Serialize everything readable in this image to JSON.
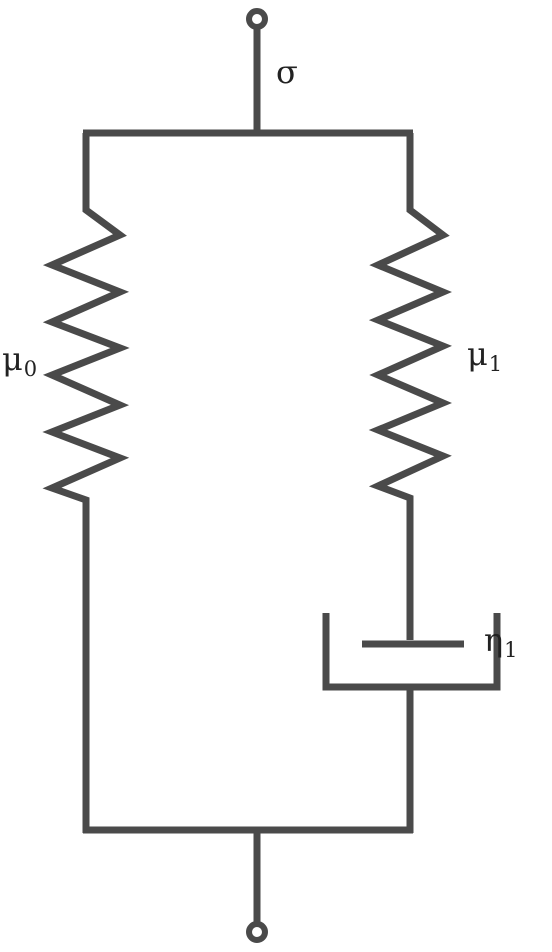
{
  "labels": {
    "stress": "σ",
    "spring_left": {
      "base": "μ",
      "sub": "0"
    },
    "spring_right": {
      "base": "μ",
      "sub": "1"
    },
    "dashpot": {
      "base": "η",
      "sub": "1"
    }
  }
}
